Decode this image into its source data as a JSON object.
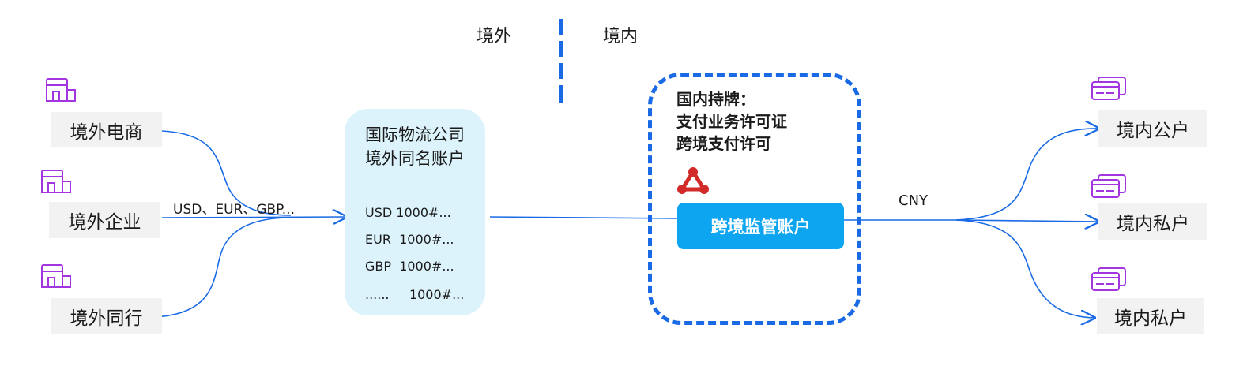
{
  "region": {
    "offshore": "境外",
    "onshore": "境内"
  },
  "sources": [
    {
      "label": "境外电商",
      "icon": "storefront-icon"
    },
    {
      "label": "境外企业",
      "icon": "storefront-icon"
    },
    {
      "label": "境外同行",
      "icon": "storefront-icon"
    }
  ],
  "currency_label": "USD、EUR、GBP...",
  "intl_account": {
    "title_line1": "国际物流公司",
    "title_line2": "境外同名账户",
    "rows": [
      "USD 1000#...",
      "EUR  1000#...",
      "GBP  1000#...",
      "......     1000#..."
    ]
  },
  "license": {
    "line1": "国内持牌：",
    "line2": "支付业务许可证",
    "line3": "跨境支付许可"
  },
  "supervise_account": "跨境监管账户",
  "out_currency": "CNY",
  "destinations": [
    {
      "label": "境内公户",
      "icon": "bank-card-icon"
    },
    {
      "label": "境内私户",
      "icon": "bank-card-icon"
    },
    {
      "label": "境内私户",
      "icon": "bank-card-icon"
    }
  ],
  "colors": {
    "line": "#1a6ae6",
    "icon": "#a235e0",
    "panel": "#dcf3fc",
    "button": "#0ea5f0",
    "logo": "#d32a2a"
  }
}
